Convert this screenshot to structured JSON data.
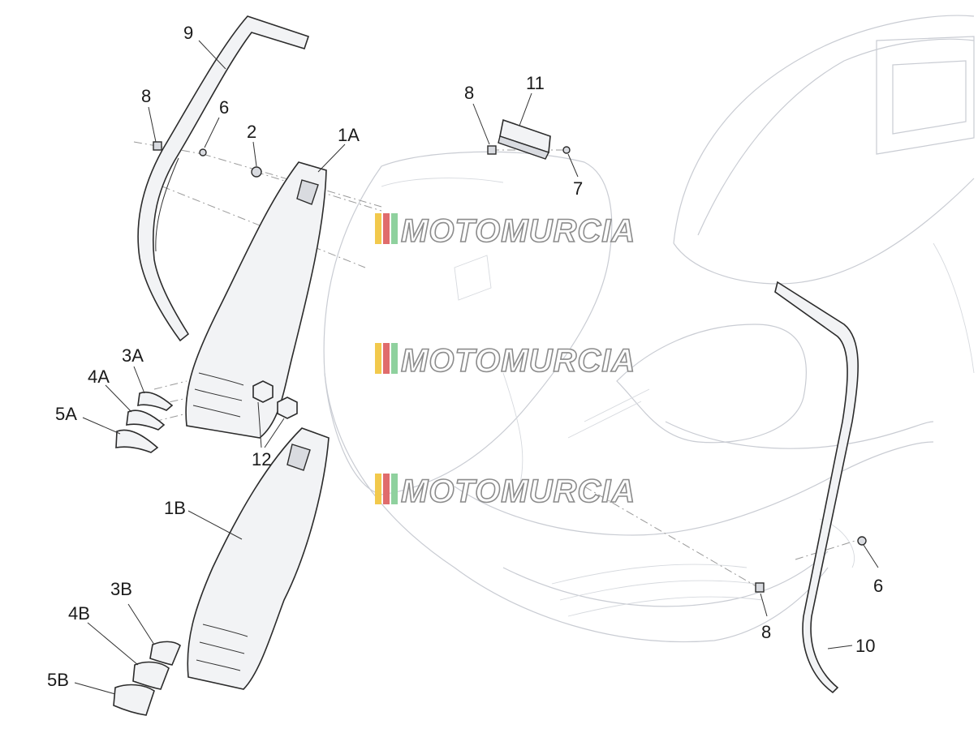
{
  "watermark": {
    "text": "MOTOMURCIA",
    "stripe_colors": [
      "#f2c94c",
      "#e06c6c",
      "#8fd19e"
    ]
  },
  "labels": {
    "p9": "9",
    "p8_top": "8",
    "p6_top": "6",
    "p2": "2",
    "p1A": "1A",
    "p8_right": "8",
    "p11": "11",
    "p7": "7",
    "p3A": "3A",
    "p4A": "4A",
    "p5A": "5A",
    "p12": "12",
    "p1B": "1B",
    "p3B": "3B",
    "p4B": "4B",
    "p5B": "5B",
    "p6_bottom": "6",
    "p8_bottom": "8",
    "p10": "10"
  }
}
